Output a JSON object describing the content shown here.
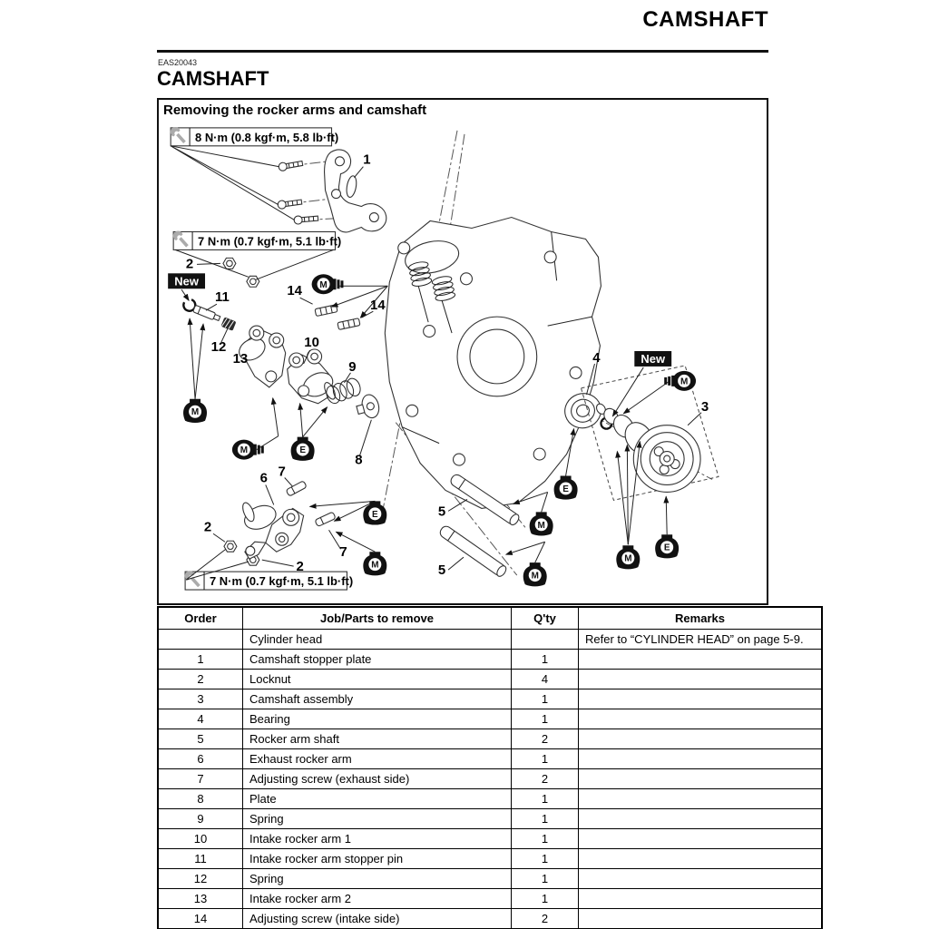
{
  "page": {
    "header_title": "CAMSHAFT",
    "section_code": "EAS20043",
    "section_title": "CAMSHAFT"
  },
  "figure": {
    "title": "Removing the rocker arms and camshaft",
    "torque_labels": [
      {
        "text": "8 N·m (0.8 kgf·m, 5.8 lb·ft)"
      },
      {
        "text": "7 N·m (0.7 kgf·m, 5.1 lb·ft)"
      },
      {
        "text": "7 N·m (0.7 kgf·m, 5.1 lb·ft)"
      }
    ],
    "new_badges": [
      {
        "label": "New"
      },
      {
        "label": "New"
      }
    ],
    "callouts": [
      {
        "text": "1"
      },
      {
        "text": "2"
      },
      {
        "text": "11"
      },
      {
        "text": "12"
      },
      {
        "text": "13"
      },
      {
        "text": "10"
      },
      {
        "text": "14"
      },
      {
        "text": "14"
      },
      {
        "text": "9"
      },
      {
        "text": "8"
      },
      {
        "text": "4"
      },
      {
        "text": "3"
      },
      {
        "text": "6"
      },
      {
        "text": "7"
      },
      {
        "text": "2"
      },
      {
        "text": "2"
      },
      {
        "text": "7"
      },
      {
        "text": "5"
      },
      {
        "text": "5"
      }
    ],
    "oil_icons": [
      {
        "letter": "M"
      },
      {
        "letter": "M"
      },
      {
        "letter": "M"
      },
      {
        "letter": "E"
      },
      {
        "letter": "E"
      },
      {
        "letter": "M"
      },
      {
        "letter": "E"
      },
      {
        "letter": "M"
      },
      {
        "letter": "M"
      },
      {
        "letter": "M"
      },
      {
        "letter": "M"
      },
      {
        "letter": "E"
      }
    ]
  },
  "table": {
    "headers": [
      "Order",
      "Job/Parts to remove",
      "Q'ty",
      "Remarks"
    ],
    "rows": [
      {
        "order": "",
        "part": "Cylinder head",
        "qty": "",
        "remarks": "Refer to “CYLINDER HEAD” on page 5-9."
      },
      {
        "order": "1",
        "part": "Camshaft stopper plate",
        "qty": "1",
        "remarks": ""
      },
      {
        "order": "2",
        "part": "Locknut",
        "qty": "4",
        "remarks": ""
      },
      {
        "order": "3",
        "part": "Camshaft assembly",
        "qty": "1",
        "remarks": ""
      },
      {
        "order": "4",
        "part": "Bearing",
        "qty": "1",
        "remarks": ""
      },
      {
        "order": "5",
        "part": "Rocker arm shaft",
        "qty": "2",
        "remarks": ""
      },
      {
        "order": "6",
        "part": "Exhaust rocker arm",
        "qty": "1",
        "remarks": ""
      },
      {
        "order": "7",
        "part": "Adjusting screw (exhaust side)",
        "qty": "2",
        "remarks": ""
      },
      {
        "order": "8",
        "part": "Plate",
        "qty": "1",
        "remarks": ""
      },
      {
        "order": "9",
        "part": "Spring",
        "qty": "1",
        "remarks": ""
      },
      {
        "order": "10",
        "part": "Intake rocker arm 1",
        "qty": "1",
        "remarks": ""
      },
      {
        "order": "11",
        "part": "Intake rocker arm stopper pin",
        "qty": "1",
        "remarks": ""
      },
      {
        "order": "12",
        "part": "Spring",
        "qty": "1",
        "remarks": ""
      },
      {
        "order": "13",
        "part": "Intake rocker arm 2",
        "qty": "1",
        "remarks": ""
      },
      {
        "order": "14",
        "part": "Adjusting screw (intake side)",
        "qty": "2",
        "remarks": ""
      }
    ]
  }
}
